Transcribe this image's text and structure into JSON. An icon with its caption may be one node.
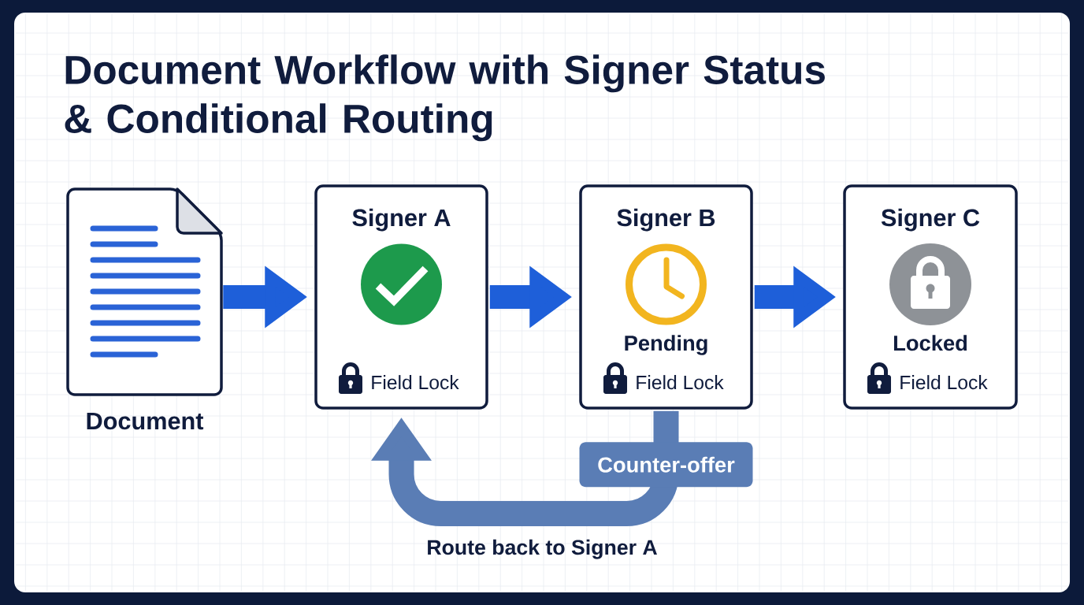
{
  "diagram": {
    "title": "Document Workflow with Signer Status & Conditional Routing",
    "nodes": [
      {
        "text": [],
        "shape": "picture",
        "beside": [
          "Document"
        ]
      },
      {
        "text": [
          "Signer A",
          "Field Lock"
        ]
      },
      {
        "text": [
          "Signer B",
          "Pending",
          "Field Lock"
        ]
      },
      {
        "text": [
          "Signer C",
          "Locked",
          "Field Lock"
        ]
      }
    ],
    "edges": [
      {
        "from": 0,
        "to": 1,
        "arrow": "to"
      },
      {
        "from": 1,
        "to": 2,
        "arrow": "to"
      },
      {
        "from": 2,
        "to": 3,
        "arrow": "to"
      },
      {
        "from": 2,
        "to": 1,
        "arrow": "to",
        "label": "Counter-offer",
        "color": "#5a7db5"
      }
    ],
    "labels": [
      "Route back to Signer A"
    ]
  }
}
